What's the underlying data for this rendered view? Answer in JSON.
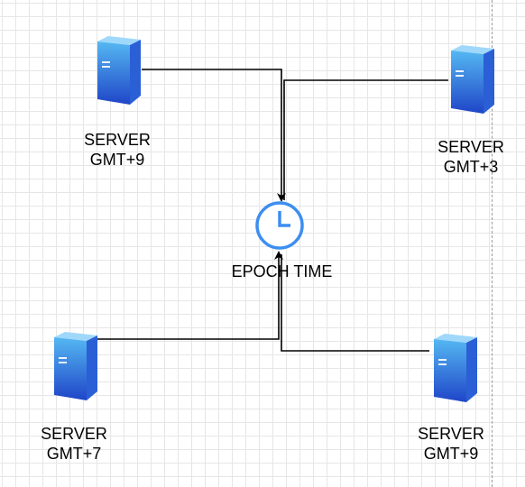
{
  "diagram": {
    "center": {
      "label": "EPOCH TIME",
      "icon": "clock-icon",
      "color": "#3d8ef0"
    },
    "servers": [
      {
        "name": "SERVER",
        "zone": "GMT+9",
        "icon": "server-icon"
      },
      {
        "name": "SERVER",
        "zone": "GMT+3",
        "icon": "server-icon"
      },
      {
        "name": "SERVER",
        "zone": "GMT+7",
        "icon": "server-icon"
      },
      {
        "name": "SERVER",
        "zone": "GMT+9",
        "icon": "server-icon"
      }
    ],
    "server_colors": {
      "dark": "#1f45c8",
      "light": "#55b8f2"
    },
    "connector_color": "#000000"
  }
}
